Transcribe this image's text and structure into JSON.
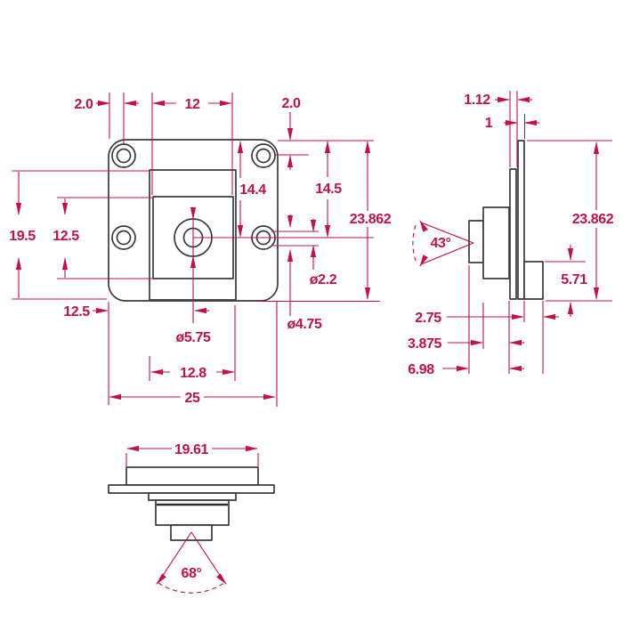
{
  "colors": {
    "dimension_red": "#c31047",
    "outline_dark": "#3a3a3a",
    "background": "#ffffff"
  },
  "front_view": {
    "offset_top_left": "2.0",
    "top_width": "12",
    "offset_top_right": "2.0",
    "lens_from_top": "14.4",
    "holes_from_top": "14.5",
    "overall_height": "23.862",
    "body_height": "19.5",
    "sensor_height": "12.5",
    "offset_bottom": "12.5",
    "lens_diameter": "ø5.75",
    "hole_diameter": "ø2.2",
    "counterbore_diameter": "ø4.75",
    "sensor_width": "12.8",
    "overall_width": "25"
  },
  "side_view": {
    "board_thickness": "1.12",
    "plate_thickness": "1",
    "overall_height": "23.862",
    "tab_height": "5.71",
    "tab_depth": "2.75",
    "housing_depth": "3.875",
    "overall_depth": "6.98",
    "cone_angle": "43°"
  },
  "bottom_view": {
    "body_width": "19.61",
    "fov_angle": "68°"
  }
}
